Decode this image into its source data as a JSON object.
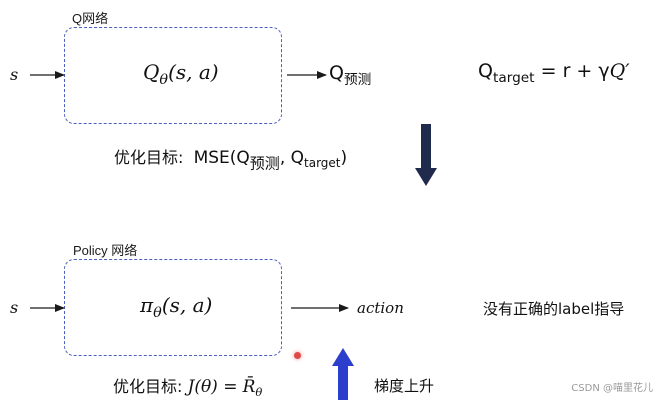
{
  "top": {
    "section_label": "Q网络",
    "input_symbol": "s",
    "box_formula_main": "Q",
    "box_formula_sub": "θ",
    "box_formula_args": "(s, a)",
    "output_main": "Q",
    "output_sub": "预测",
    "target_lhs_main": "Q",
    "target_lhs_sub": "target",
    "target_eq": "=",
    "target_rhs_text": "r + γ",
    "target_rhs_q": "Q′",
    "loss_label": "优化目标:",
    "loss_open": "MSE(Q",
    "loss_sub1": "预测",
    "loss_mid": ", Q",
    "loss_sub2": "target",
    "loss_close": ")"
  },
  "bottom": {
    "section_label": "Policy 网络",
    "input_symbol": "s",
    "box_formula_main": "π",
    "box_formula_sub": "θ",
    "box_formula_args": "(s, a)",
    "output_label": "action",
    "note": "没有正确的label指导",
    "objective_label": "优化目标:",
    "objective_formula_lhs": "J(θ) =",
    "objective_formula_rhs": "R̄",
    "objective_formula_sub": "θ",
    "gradient_label": "梯度上升"
  },
  "watermark": "CSDN @喵里花儿",
  "colors": {
    "dashed_border": "#4a5fc0",
    "down_arrow": "#1f2a4d",
    "up_arrow": "#2b3fcc",
    "dot": "#e04848"
  }
}
